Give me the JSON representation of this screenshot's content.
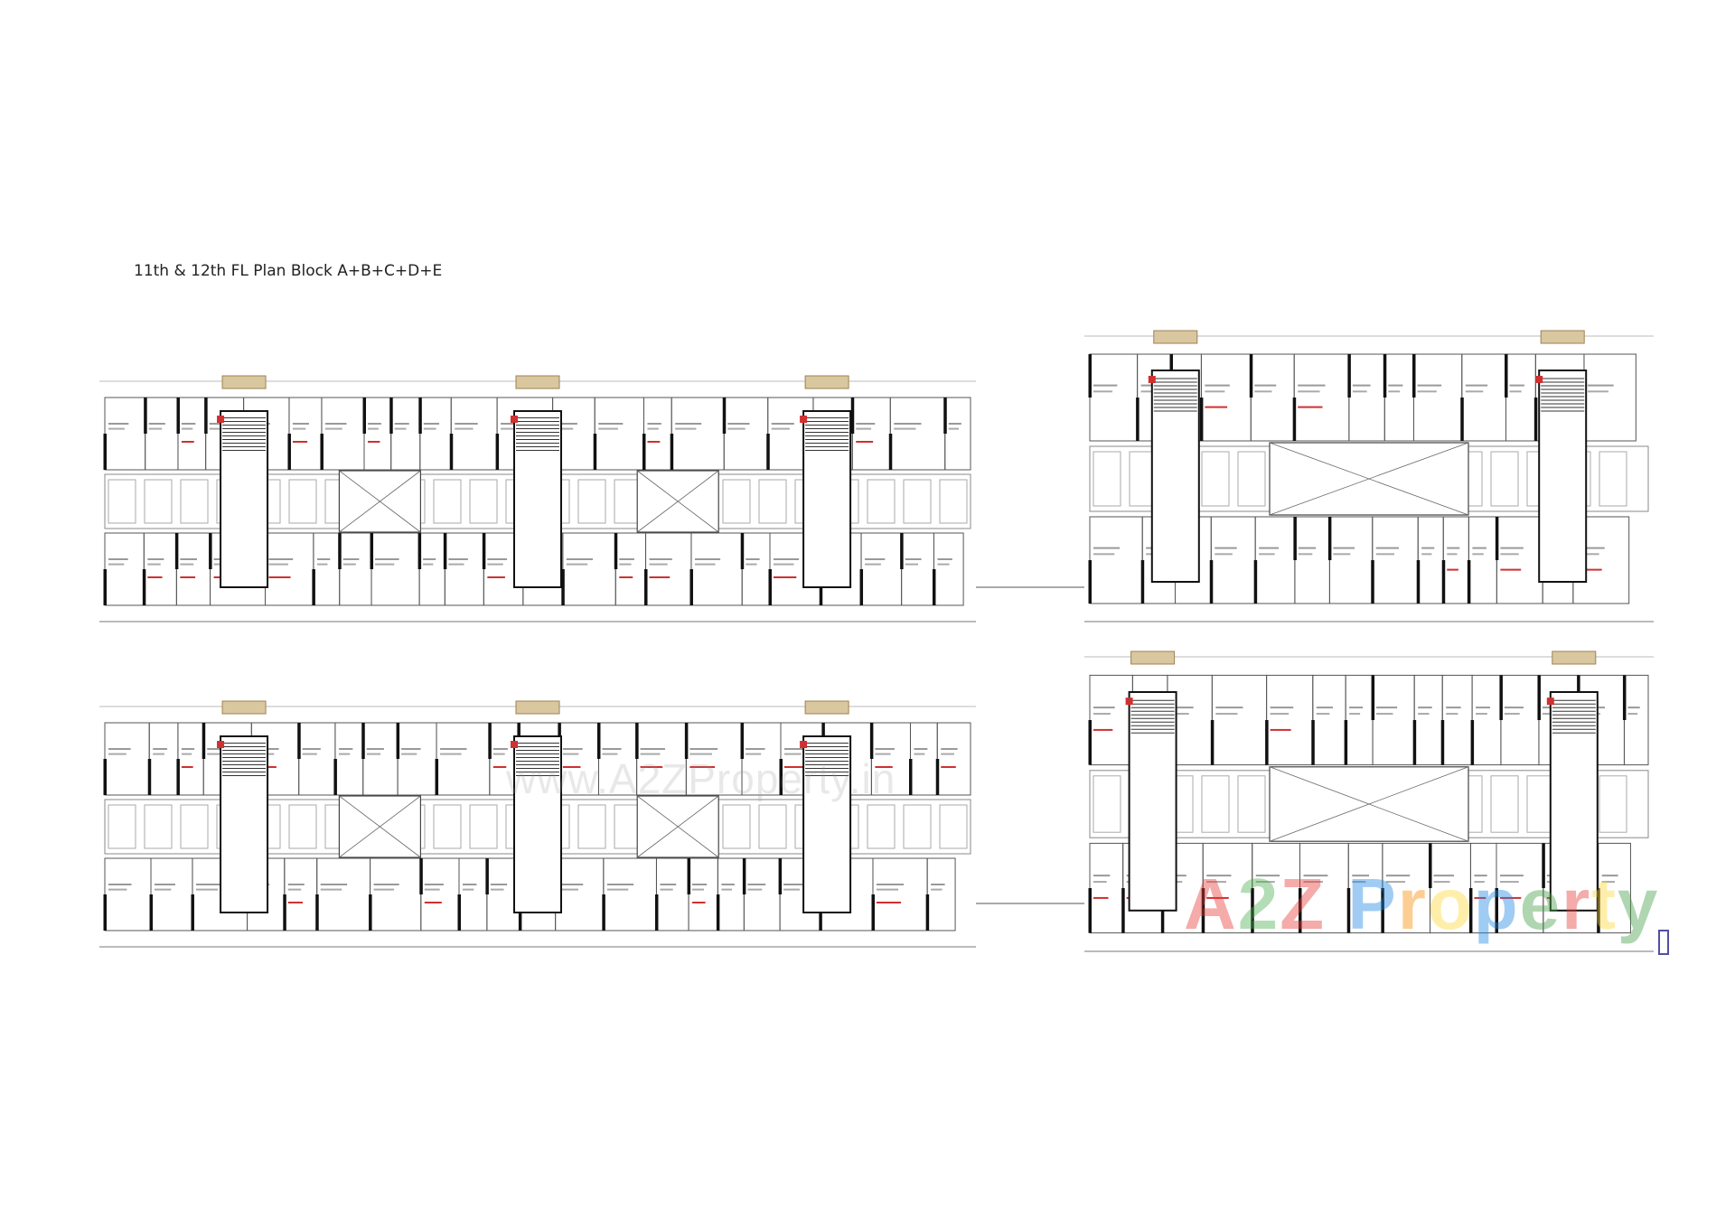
{
  "title": "11th & 12th FL Plan Block A+B+C+D+E",
  "watermarks": {
    "site": "www.A2ZProperty.in",
    "brand": [
      "A",
      "2",
      "Z",
      " ",
      "P",
      "r",
      "o",
      "p",
      "e",
      "r",
      "t",
      "y"
    ],
    "brand_colors": [
      "#e53935",
      "#4caf50",
      "#e53935",
      "#ffffff",
      "#1e88e5",
      "#fb8c00",
      "#fdd835",
      "#1e88e5",
      "#43a047",
      "#e53935",
      "#fdd835",
      "#43a047"
    ]
  },
  "colors": {
    "wall": "#111111",
    "line": "#555555",
    "label": "#d03030",
    "hatch": "#d9c7a0"
  }
}
